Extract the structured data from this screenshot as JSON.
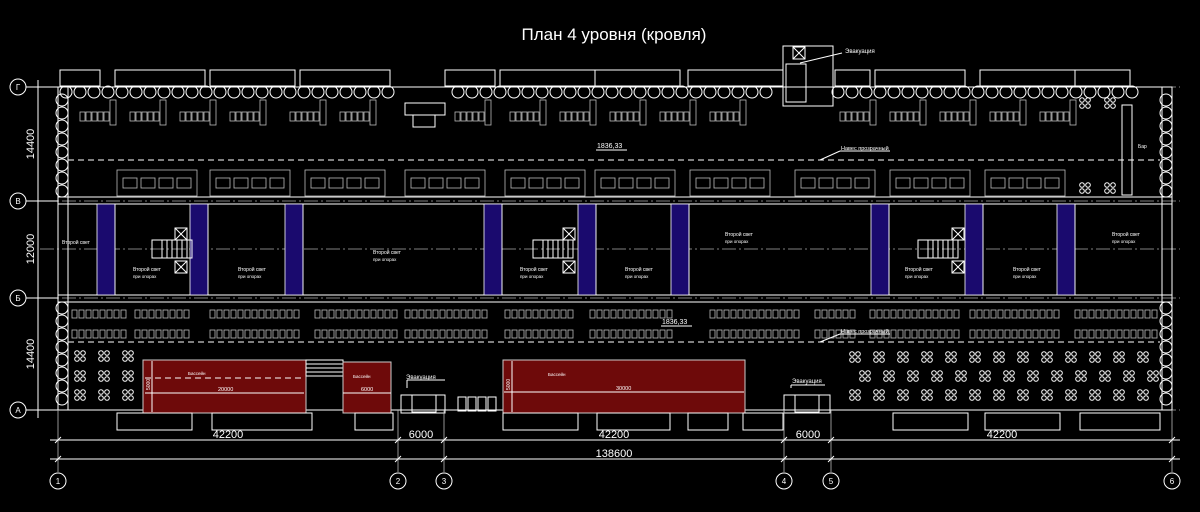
{
  "title": "План 4 уровня (кровля)",
  "row_axes": [
    "Г",
    "В",
    "Б",
    "А"
  ],
  "column_axes": [
    "1",
    "2",
    "3",
    "4",
    "5",
    "6"
  ],
  "vertical_dimensions": [
    "14400",
    "12000",
    "14400"
  ],
  "horizontal_dimensions": [
    "42200",
    "6000",
    "42200",
    "6000",
    "42200"
  ],
  "total_dimension": "138600",
  "labels": {
    "evacuation": "Эвакуация",
    "canopy": "Навес прозрачный",
    "level_mark": "1836,33",
    "bar": "Бар",
    "second_light": "Второй свет",
    "second_light_sub": "при опорах",
    "pool": "Бассейн"
  },
  "pools": [
    {
      "length": "20000",
      "width": "5000"
    },
    {
      "length": "6000"
    },
    {
      "length": "30000",
      "width": "5000"
    }
  ],
  "colors": {
    "pool": "#6e0a0a",
    "glazing": "#1a0a6e",
    "lines": "#ffffff"
  }
}
